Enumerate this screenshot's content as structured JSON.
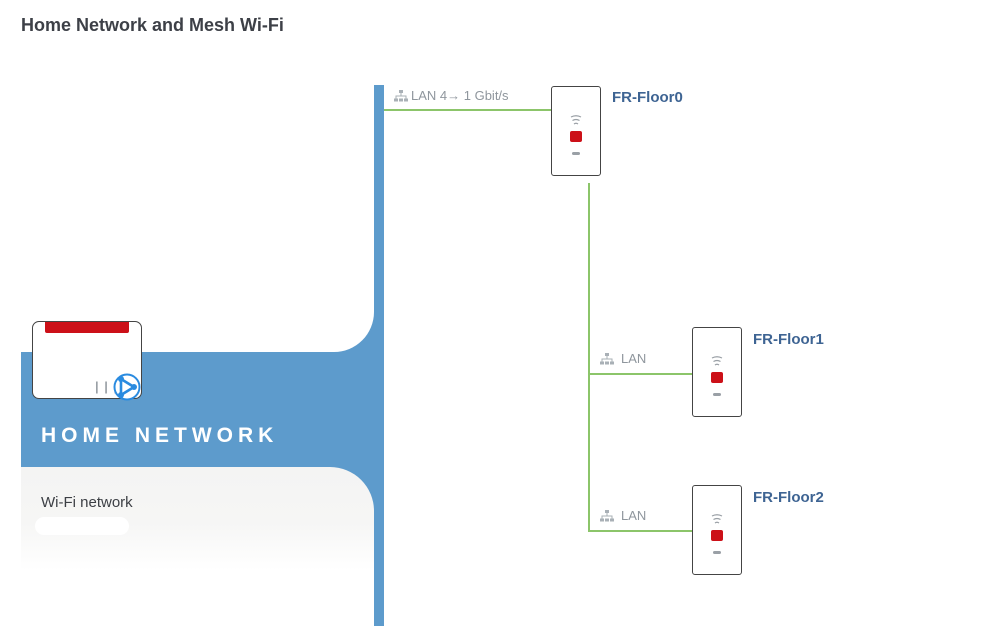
{
  "page": {
    "title": "Home Network and Mesh Wi-Fi"
  },
  "home_network": {
    "label": "HOME NETWORK",
    "wifi_label": "Wi-Fi network",
    "wifi_value": ""
  },
  "router": {
    "icon": "router-icon",
    "badge_icon": "mesh-icon"
  },
  "colors": {
    "panel_blue": "#5d9bcc",
    "link_green": "#8cc56a",
    "device_name": "#3e6493",
    "led_red": "#cc1018"
  },
  "devices": [
    {
      "name": "FR-Floor0",
      "connection": "LAN 4→ 1 Gbit/s",
      "icon": "repeater-icon"
    },
    {
      "name": "FR-Floor1",
      "connection": "LAN",
      "icon": "repeater-icon"
    },
    {
      "name": "FR-Floor2",
      "connection": "LAN",
      "icon": "repeater-icon"
    }
  ]
}
